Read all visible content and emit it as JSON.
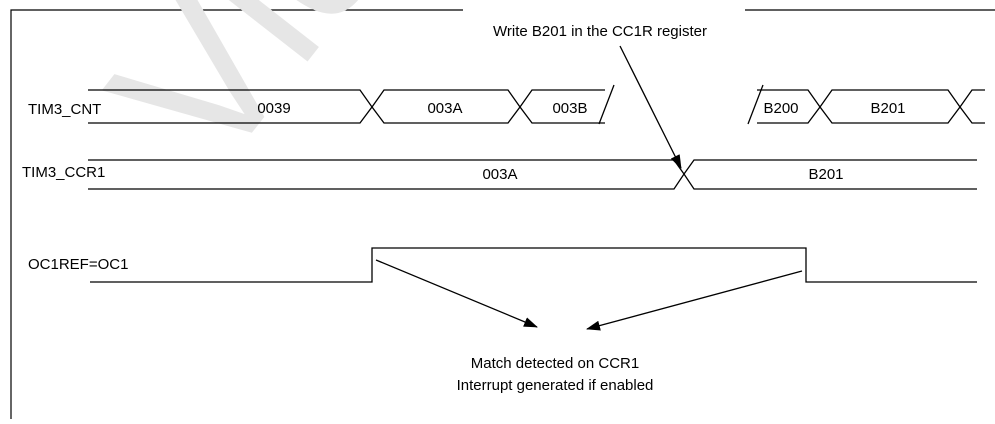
{
  "signals": {
    "cnt": {
      "label": "TIM3_CNT",
      "values": [
        "0039",
        "003A",
        "003B",
        "B200",
        "B201"
      ]
    },
    "ccr1": {
      "label": "TIM3_CCR1",
      "values": [
        "003A",
        "B201"
      ]
    },
    "oc1ref": {
      "label": "OC1REF=OC1"
    }
  },
  "annotations": {
    "write_note": "Write B201 in the CC1R register",
    "match_line1": "Match detected on CCR1",
    "match_line2": "Interrupt generated if enabled"
  },
  "watermark": "Vidya Com"
}
